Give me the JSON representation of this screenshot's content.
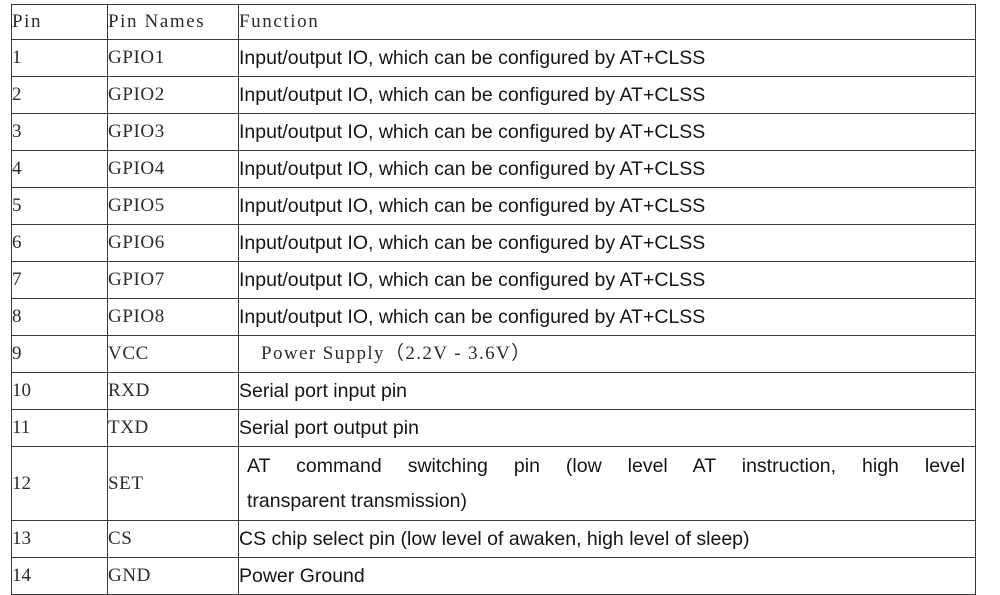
{
  "table": {
    "columns": [
      "Pin",
      "Pin Names",
      "Function"
    ],
    "rows": [
      {
        "pin": "1",
        "name": "GPIO1",
        "function": "Input/output IO, which can be configured by AT+CLSS"
      },
      {
        "pin": "2",
        "name": "GPIO2",
        "function": "Input/output IO, which can be configured by AT+CLSS"
      },
      {
        "pin": "3",
        "name": "GPIO3",
        "function": "Input/output IO, which can be configured by AT+CLSS"
      },
      {
        "pin": "4",
        "name": "GPIO4",
        "function": "Input/output IO, which can be configured by AT+CLSS"
      },
      {
        "pin": "5",
        "name": "GPIO5",
        "function": "Input/output IO, which can be configured by AT+CLSS"
      },
      {
        "pin": "6",
        "name": "GPIO6",
        "function": "Input/output IO, which can be configured by AT+CLSS"
      },
      {
        "pin": "7",
        "name": "GPIO7",
        "function": "Input/output IO, which can be configured by AT+CLSS"
      },
      {
        "pin": "8",
        "name": "GPIO8",
        "function": "Input/output IO, which can be configured by AT+CLSS"
      },
      {
        "pin": "9",
        "name": "VCC",
        "function": "Power Supply（2.2V - 3.6V）"
      },
      {
        "pin": "10",
        "name": "RXD",
        "function": "Serial port input pin"
      },
      {
        "pin": "11",
        "name": "TXD",
        "function": "Serial port output pin"
      },
      {
        "pin": "12",
        "name": "SET",
        "function_line1": "AT command switching pin (low level AT instruction, high level",
        "function_line2": "transparent transmission)"
      },
      {
        "pin": "13",
        "name": "CS",
        "function": "CS chip select pin (low level of awaken, high level of sleep)"
      },
      {
        "pin": "14",
        "name": "GND",
        "function": "Power Ground"
      }
    ]
  },
  "colors": {
    "border": "#3a3a3a",
    "text": "#151515",
    "serif_text": "#2b2b2b",
    "background": "#ffffff"
  }
}
